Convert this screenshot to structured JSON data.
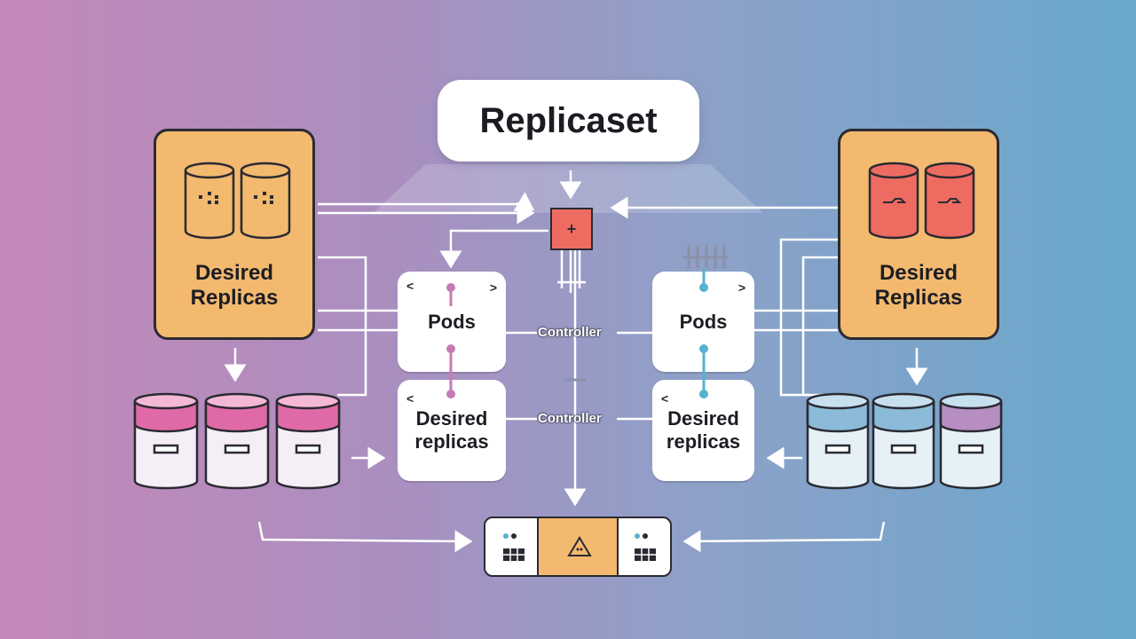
{
  "title": "Replicaset",
  "left_panel": {
    "label_line1": "Desired",
    "label_line2": "Replicas"
  },
  "right_panel": {
    "label_line1": "Desired",
    "label_line2": "Replicas"
  },
  "left_pods": {
    "label": "Pods"
  },
  "right_pods": {
    "label": "Pods"
  },
  "left_desired": {
    "label_line1": "Desired",
    "label_line2": "replicas"
  },
  "right_desired": {
    "label_line1": "Desired",
    "label_line2": "replicas"
  },
  "controller_labels": [
    "Controller",
    "Controller"
  ],
  "center_box": {
    "symbol": "+"
  },
  "colors": {
    "panel": "#f2b96f",
    "center_box": "#ee6b62",
    "pink_cylinder": "#e06aa8",
    "blue_cylinder": "#8bbbd8",
    "pink_node": "#c77bb6",
    "blue_node": "#55b3cf"
  },
  "icons": [
    "database-icon",
    "arrow-icon",
    "server-icon",
    "warning-icon"
  ]
}
